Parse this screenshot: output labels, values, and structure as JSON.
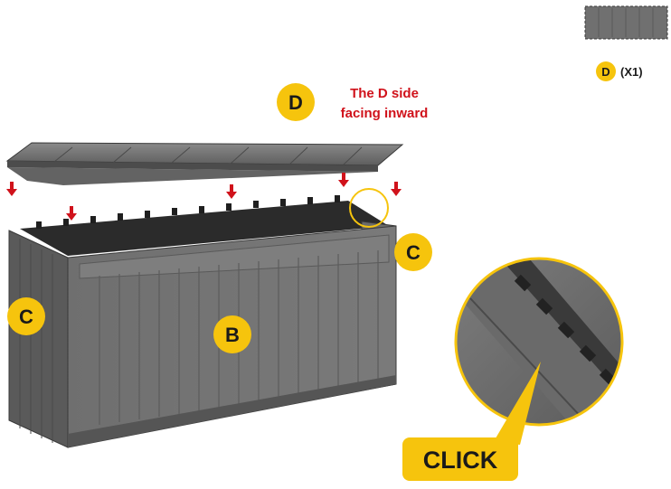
{
  "note": {
    "line1": "The D side",
    "line2": "facing inward"
  },
  "parts": {
    "lid_label": "D",
    "front_label": "B",
    "side_right_label": "C",
    "side_left_label": "C"
  },
  "legend": {
    "part_label": "D",
    "quantity": "(X1)"
  },
  "callout": {
    "action": "CLICK"
  },
  "colors": {
    "accent_yellow": "#f6c40d",
    "arrow_red": "#d0121b",
    "panel_gray": "#6e6e6e",
    "dark_gray": "#3a3a3a"
  },
  "icons": [
    "down-arrow-icon",
    "magnifier-circle-icon"
  ]
}
